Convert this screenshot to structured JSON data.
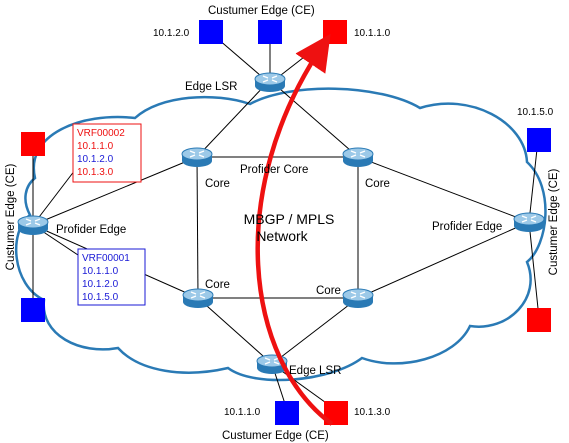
{
  "colors": {
    "cloud_stroke": "#2a7ab5",
    "router_body": "#2a7ab5",
    "router_top": "#9cc9e8",
    "link": "#000000",
    "ce_blue": "#0000ff",
    "ce_red": "#ff0000",
    "arrow": "#ee1111",
    "vrf_red": "#ee1111",
    "vrf_blue": "#1a1ad6"
  },
  "labels": {
    "ce_top": "Custumer Edge (CE)",
    "ce_bottom": "Custumer Edge (CE)",
    "ce_left": "Custumer Edge (CE)",
    "ce_right": "Custumer Edge (CE)",
    "edge_lsr_top": "Edge LSR",
    "edge_lsr_bottom": "Edge LSR",
    "pe_left": "Profider Edge",
    "pe_right": "Profider Edge",
    "core_tl": "Core",
    "core_tr": "Core",
    "core_bl": "Core",
    "core_br": "Core",
    "profider_core": "Profider Core",
    "network_line1": "MBGP / MPLS",
    "network_line2": "Network"
  },
  "ce_nets": {
    "top_1": "10.1.2.0",
    "top_3": "10.1.1.0",
    "bottom_1": "10.1.1.0",
    "bottom_2": "10.1.3.0",
    "right_top": "10.1.5.0"
  },
  "vrf_red": {
    "name": "VRF00002",
    "routes": [
      "10.1.1.0",
      "10.1.2.0",
      "10.1.3.0"
    ]
  },
  "vrf_blue": {
    "name": "VRF00001",
    "routes": [
      "10.1.1.0",
      "10.1.2.0",
      "10.1.5.0"
    ]
  },
  "icons": {
    "router": "router-icon",
    "ce_device": "customer-edge-square-icon",
    "cloud": "network-cloud-icon",
    "path_arrow": "curved-arrow-icon"
  }
}
